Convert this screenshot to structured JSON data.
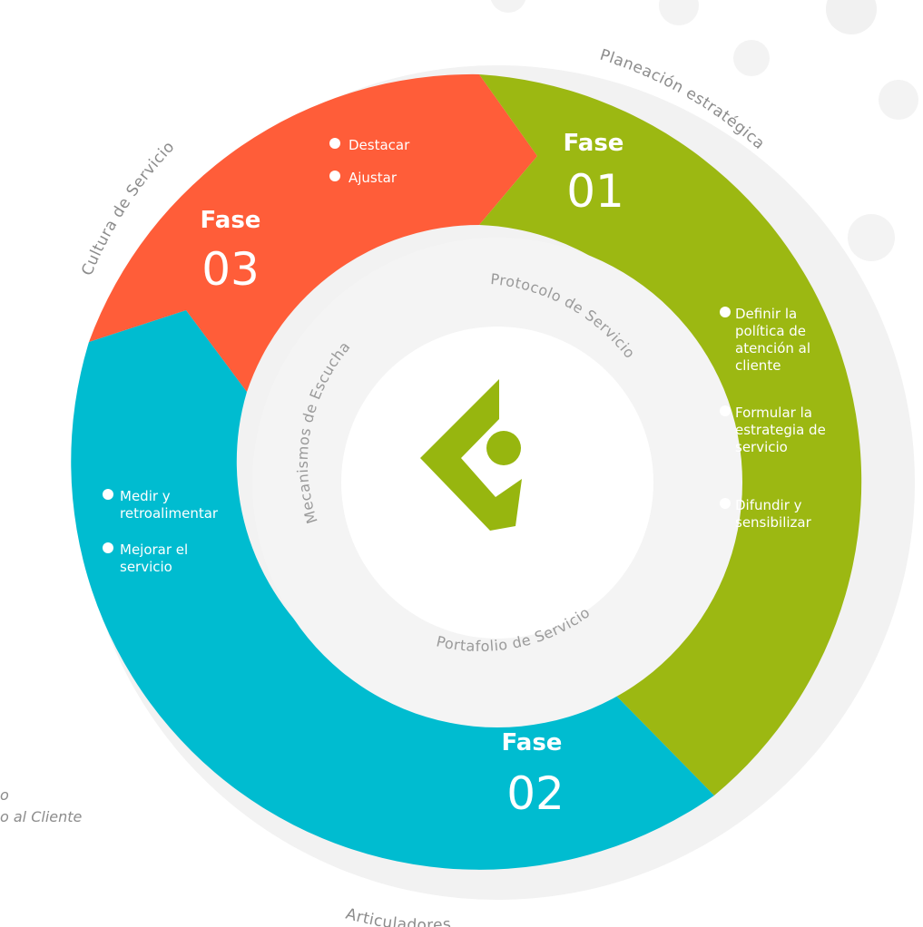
{
  "colors": {
    "phase01": "#9cb812",
    "phase02": "#00bcd0",
    "phase03": "#ff5d39",
    "ring": "#f2f2f2",
    "inner_ring": "#f4f4f4",
    "logo": "#97b60f",
    "text_gray": "#8c8c8c"
  },
  "outer_labels": {
    "top_right": "Planeación estratégica",
    "top_left": "Cultura de Servicio",
    "bottom": "Articuladores"
  },
  "inner_labels": {
    "top": "Protocolo de Servicio",
    "left": "Mecanismos de Escucha",
    "bottom": "Portafolio de Servicio"
  },
  "phases": [
    {
      "id": "01",
      "word": "Fase",
      "number": "01",
      "bullets": [
        [
          "Definir la",
          "política de",
          "atención al",
          "cliente"
        ],
        [
          "Formular la",
          "estrategia de",
          "servicio"
        ],
        [
          "Difundir y",
          "sensibilizar"
        ]
      ]
    },
    {
      "id": "02",
      "word": "Fase",
      "number": "02",
      "bullets": [
        [
          "Medir y",
          "retroalimentar"
        ],
        [
          "Mejorar el",
          "servicio"
        ]
      ]
    },
    {
      "id": "03",
      "word": "Fase",
      "number": "03",
      "bullets": [
        [
          "Destacar"
        ],
        [
          "Ajustar"
        ]
      ]
    }
  ],
  "caption": [
    "o",
    "o al Cliente"
  ],
  "logo_icon": "company-logo"
}
